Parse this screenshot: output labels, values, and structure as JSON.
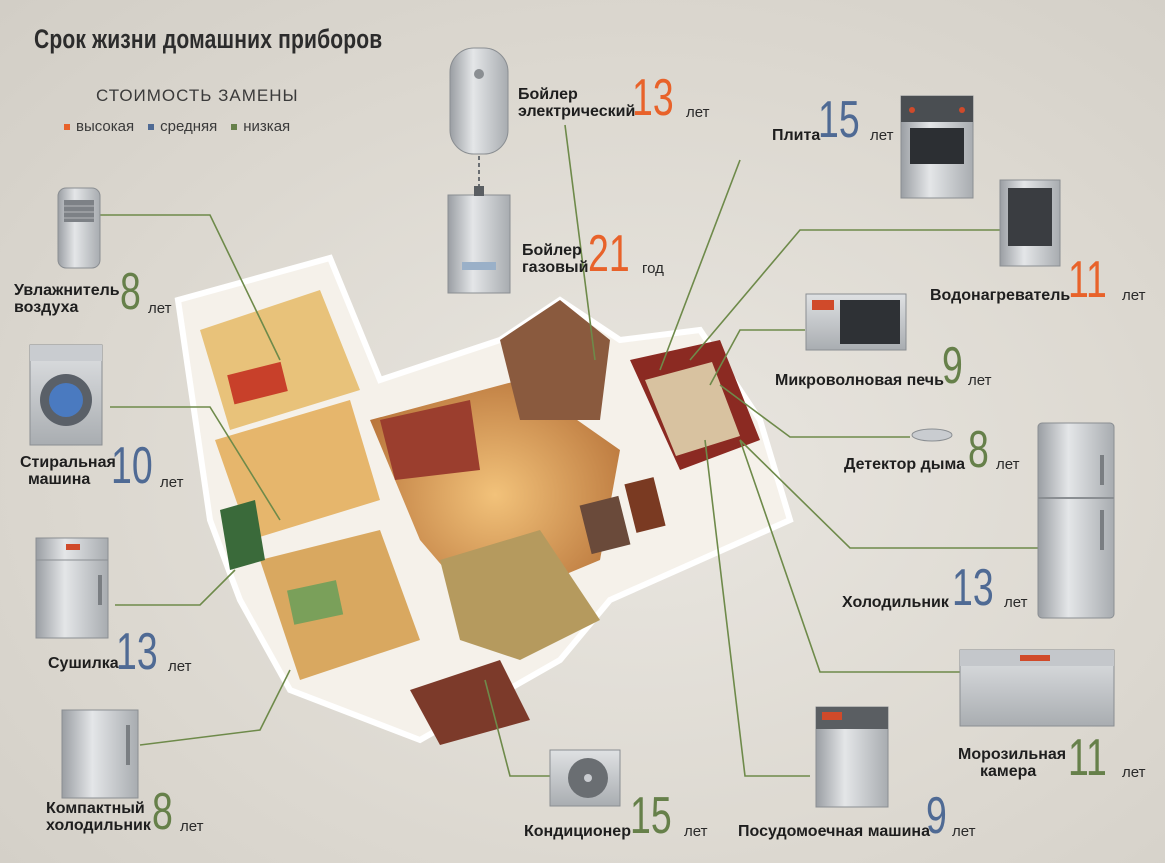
{
  "title": "Срок жизни домашних приборов",
  "legend": {
    "title": "СТОИМОСТЬ ЗАМЕНЫ",
    "items": [
      {
        "label": "высокая",
        "color": "#e8622a"
      },
      {
        "label": "средняя",
        "color": "#4f6a94"
      },
      {
        "label": "низкая",
        "color": "#66804a"
      }
    ]
  },
  "colors": {
    "high": "#e8622a",
    "medium": "#4f6a94",
    "low": "#66804a",
    "line": "#6e8a4a"
  },
  "appliances": {
    "humidifier": {
      "label1": "Увлажнитель",
      "label2": "воздуха",
      "value": "8",
      "unit": "лет"
    },
    "washer": {
      "label1": "Стиральная",
      "label2": "машина",
      "value": "10",
      "unit": "лет"
    },
    "dryer": {
      "label1": "Сушилка",
      "value": "13",
      "unit": "лет"
    },
    "compact_fridge": {
      "label1": "Компактный",
      "label2": "холодильник",
      "value": "8",
      "unit": "лет"
    },
    "electric_boiler": {
      "label1": "Бойлер",
      "label2": "электрический",
      "value": "13",
      "unit": "лет"
    },
    "gas_boiler": {
      "label1": "Бойлер",
      "label2": "газовый",
      "value": "21",
      "unit": "год"
    },
    "stove": {
      "label1": "Плита",
      "value": "15",
      "unit": "лет"
    },
    "water_heater": {
      "label1": "Водонагреватель",
      "value": "11",
      "unit": "лет"
    },
    "microwave": {
      "label1": "Микроволновая печь",
      "value": "9",
      "unit": "лет"
    },
    "smoke_detector": {
      "label1": "Детектор дыма",
      "value": "8",
      "unit": "лет"
    },
    "fridge": {
      "label1": "Холодильник",
      "value": "13",
      "unit": "лет"
    },
    "freezer": {
      "label1": "Морозильная",
      "label2": "камера",
      "value": "11",
      "unit": "лет"
    },
    "dishwasher": {
      "label1": "Посудомоечная машина",
      "value": "9",
      "unit": "лет"
    },
    "air_conditioner": {
      "label1": "Кондиционер",
      "value": "15",
      "unit": "лет"
    }
  }
}
